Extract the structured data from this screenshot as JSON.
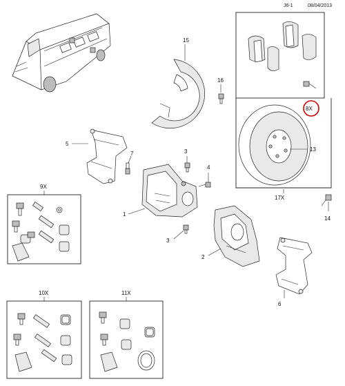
{
  "header": {
    "page_code": "J6-1",
    "date": "08/04/2013"
  },
  "kit_boxes": {
    "pads_qty": "8X",
    "disc_qty": "17X",
    "kit9_qty": "9X",
    "kit10_qty": "10X",
    "kit11_qty": "11X"
  },
  "callouts": {
    "p1": "1",
    "p2": "2",
    "p3a": "3",
    "p3b": "3",
    "p4": "4",
    "p5": "5",
    "p6": "6",
    "p7": "7",
    "p13": "13",
    "p14": "14",
    "p15": "15",
    "p16": "16"
  },
  "colors": {
    "highlight": "#d40000",
    "line": "#222222"
  }
}
